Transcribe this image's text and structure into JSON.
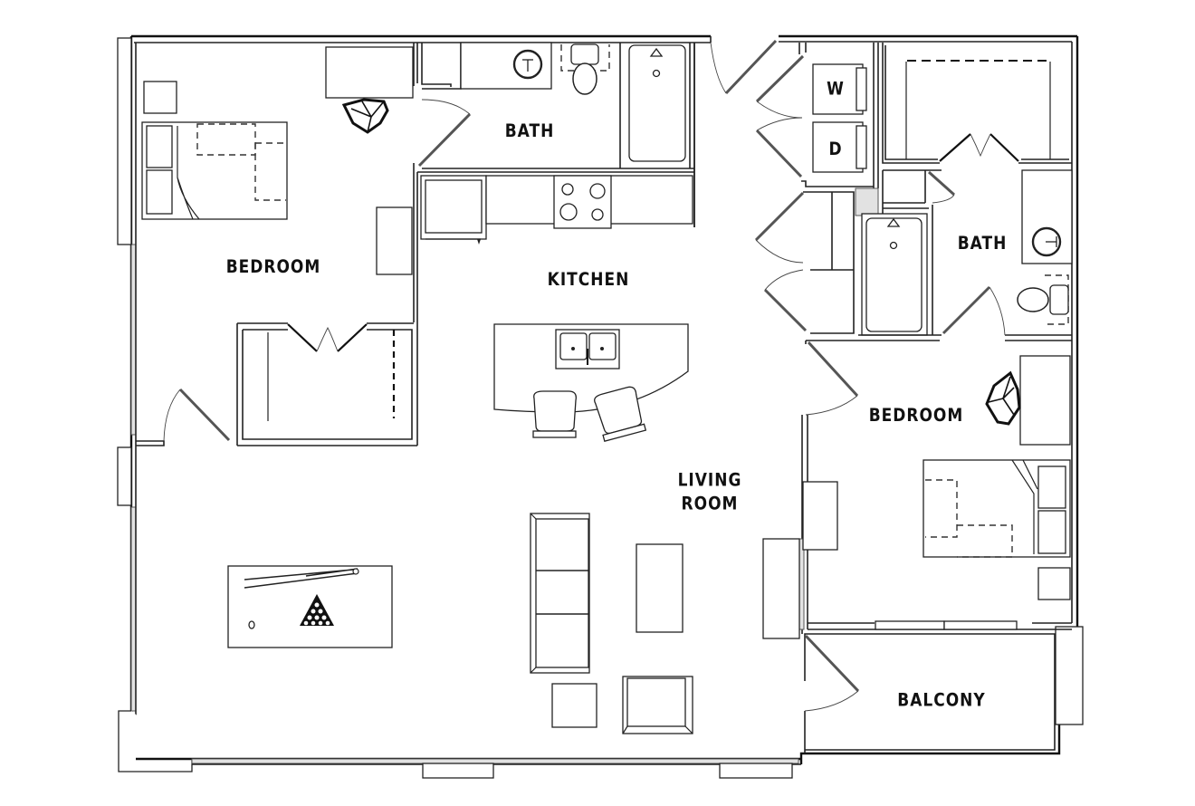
{
  "floor_plan": {
    "rooms": {
      "bedroom_1": {
        "label": "BEDROOM"
      },
      "bath_1": {
        "label": "BATH"
      },
      "kitchen": {
        "label": "KITCHEN"
      },
      "living_room": {
        "label_line1": "LIVING",
        "label_line2": "ROOM"
      },
      "washer": {
        "label": "W"
      },
      "dryer": {
        "label": "D"
      },
      "bath_2": {
        "label": "BATH"
      },
      "bedroom_2": {
        "label": "BEDROOM"
      },
      "balcony": {
        "label": "BALCONY"
      }
    },
    "colors": {
      "line": "#222222",
      "background": "#ffffff",
      "glass": "#e2e2e2"
    }
  }
}
